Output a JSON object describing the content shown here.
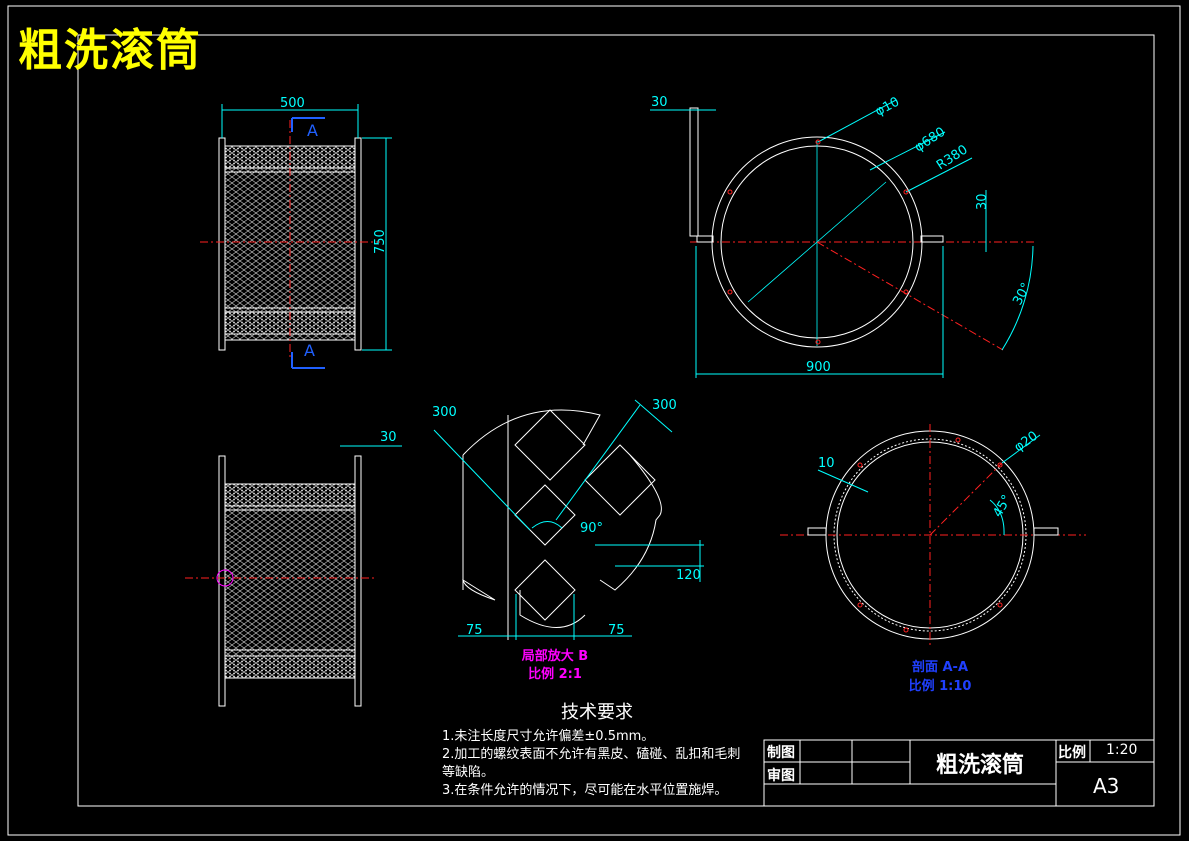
{
  "drawing": {
    "title": "粗洗滚筒",
    "sheet_size": "A3",
    "scale_label": "比例",
    "scale_value": "1:20",
    "drawn_by_label": "制图",
    "checked_by_label": "审图"
  },
  "dimensions": {
    "front_width": "500",
    "front_height": "750",
    "section_marker": "A",
    "side_offset": "30",
    "outer_width": "900",
    "flange_30": "30",
    "hole_dia": "φ10",
    "outer_dia": "φ680",
    "radius": "R380",
    "angle_30": "30°",
    "detail_300_left": "300",
    "detail_300_right": "300",
    "detail_90": "90°",
    "detail_120": "120",
    "detail_75_left": "75",
    "detail_75_right": "75",
    "section_10": "10",
    "section_dia20": "φ20",
    "section_45": "45°",
    "lower_side_30": "30"
  },
  "views": {
    "detail_label": "局部放大 B",
    "detail_scale": "比例 2:1",
    "section_label": "剖面 A-A",
    "section_scale": "比例 1:10"
  },
  "notes": {
    "title": "技术要求",
    "items": [
      "1.未注长度尺寸允许偏差±0.5mm。",
      "2.加工的螺纹表面不允许有黑皮、磕碰、乱扣和毛刺等缺陷。",
      "3.在条件允许的情况下，尽可能在水平位置施焊。"
    ]
  }
}
